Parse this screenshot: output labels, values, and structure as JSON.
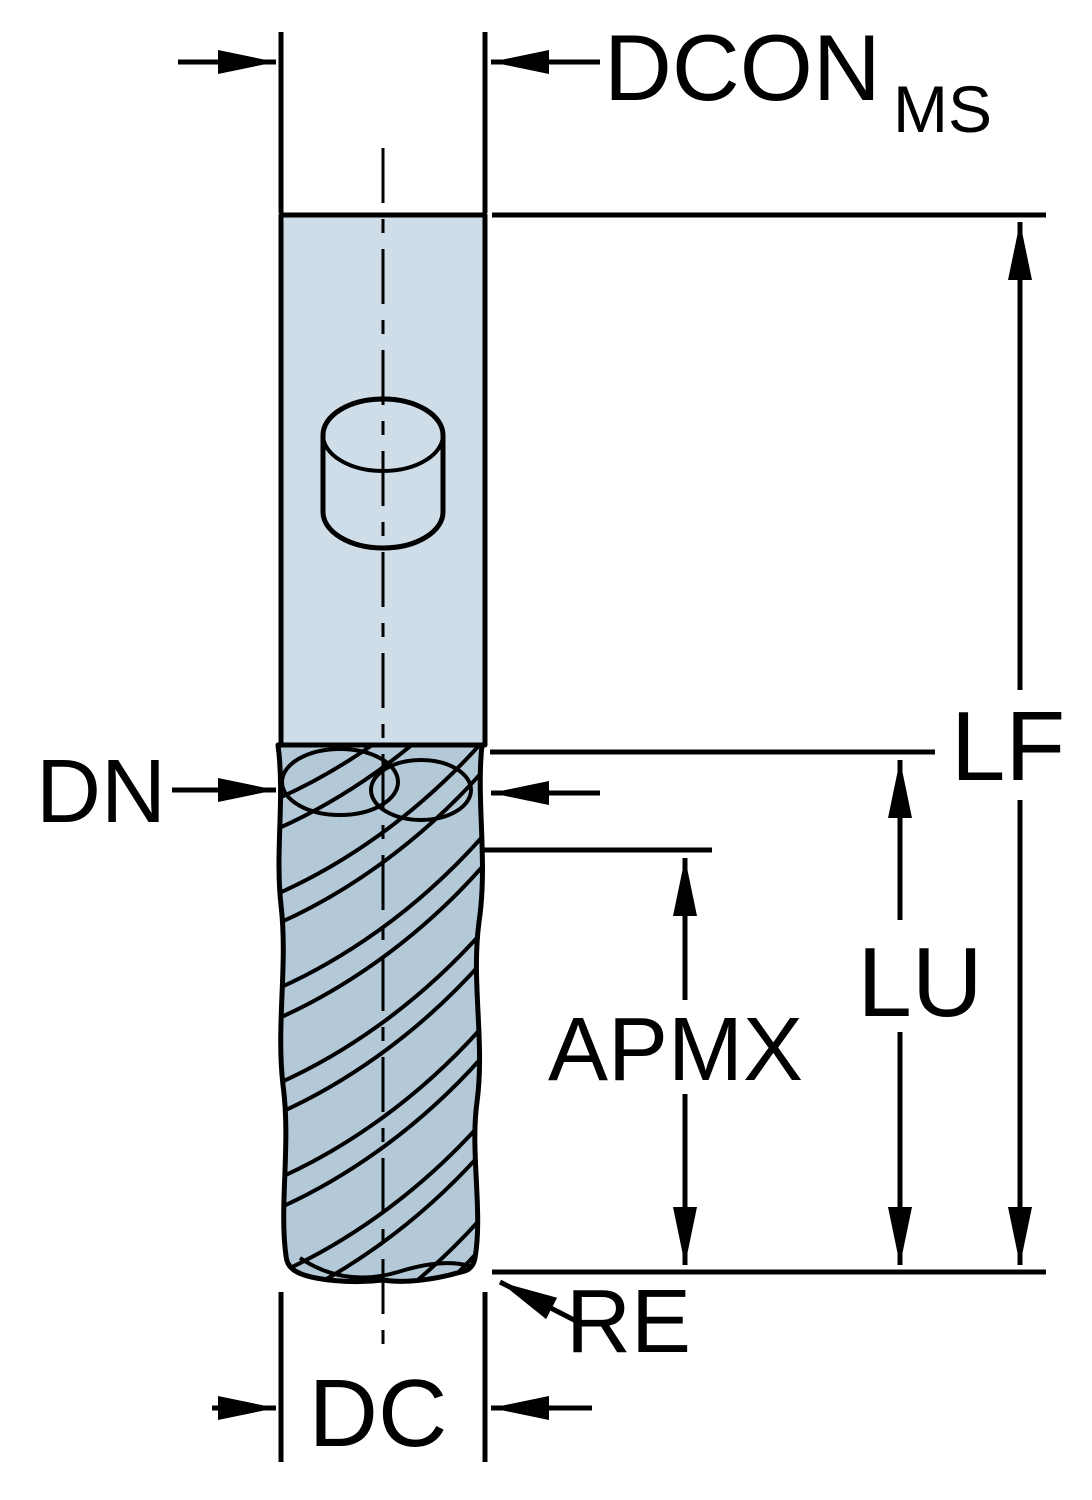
{
  "diagram": {
    "labels": {
      "dcon": "DCON",
      "dcon_sub": "MS",
      "lf": "LF",
      "dn": "DN",
      "lu": "LU",
      "apmx": "APMX",
      "re": "RE",
      "dc": "DC"
    },
    "colors": {
      "background": "#ffffff",
      "shank_fill": "#cfdde8",
      "flute_fill": "#b4c9d8",
      "outline": "#000000"
    }
  }
}
